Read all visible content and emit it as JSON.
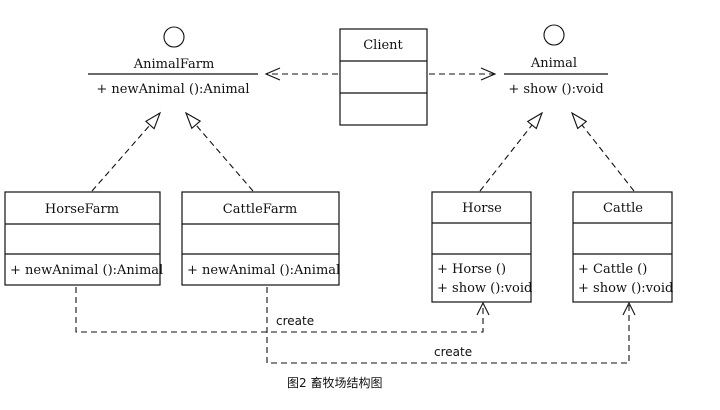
{
  "interfaces": {
    "animal_farm": {
      "name": "AnimalFarm",
      "method": "+ newAnimal ():Animal"
    },
    "animal": {
      "name": "Animal",
      "method": "+ show ():void"
    }
  },
  "classes": {
    "client": {
      "name": "Client"
    },
    "horse_farm": {
      "name": "HorseFarm",
      "method": "+ newAnimal ():Animal"
    },
    "cattle_farm": {
      "name": "CattleFarm",
      "method": "+ newAnimal ():Animal"
    },
    "horse": {
      "name": "Horse",
      "methods": [
        "+ Horse ()",
        "+ show ():void"
      ]
    },
    "cattle": {
      "name": "Cattle",
      "methods": [
        "+ Cattle ()",
        "+ show ():void"
      ]
    }
  },
  "relations": {
    "create_label_1": "create",
    "create_label_2": "create"
  },
  "caption": "图2 畜牧场结构图"
}
